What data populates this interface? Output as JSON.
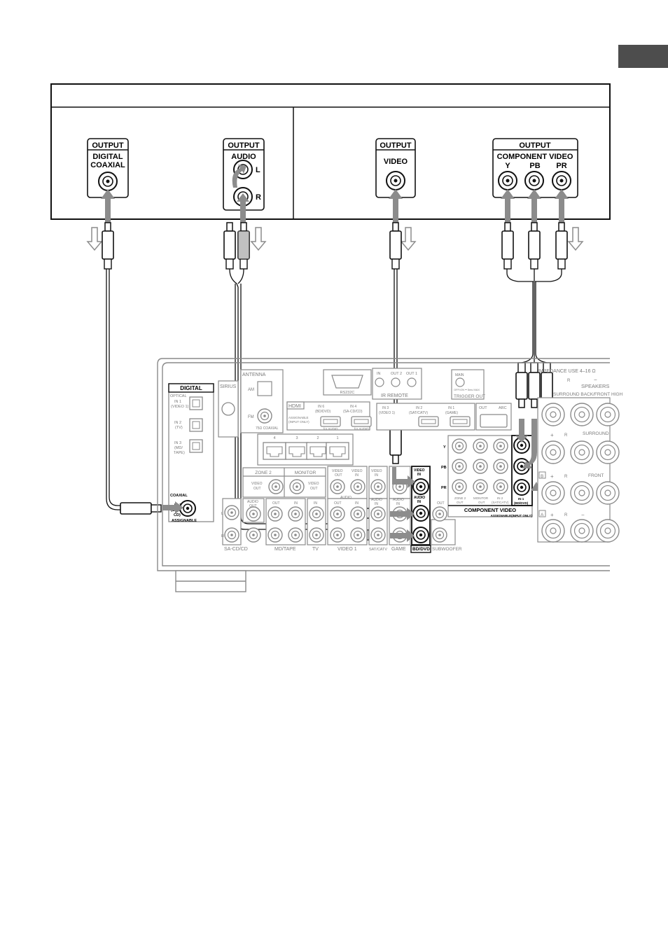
{
  "colors": {
    "ink": "#111111",
    "receiver_line": "#8a8a8a",
    "receiver_text": "#7a7a7a",
    "arrow": "#8c8c8c",
    "tab": "#4d4d4d"
  },
  "source_device": {
    "digital_group": {
      "digital_output": {
        "header": "OUTPUT",
        "line1": "DIGITAL",
        "line2": "COAXIAL"
      },
      "audio_output": {
        "header": "OUTPUT",
        "label": "AUDIO",
        "left": "L",
        "right": "R"
      }
    },
    "video_group": {
      "video_output": {
        "header": "OUTPUT",
        "label": "VIDEO"
      },
      "component_output": {
        "header": "OUTPUT",
        "label": "COMPONENT VIDEO",
        "y": "Y",
        "pb": "PB",
        "pr": "PR"
      }
    }
  },
  "receiver": {
    "antenna": {
      "label": "ANTENNA",
      "am": "AM",
      "fm": "FM",
      "fm_sub": "75Ω COAXIAL"
    },
    "sirius": "SIRIUS",
    "rs232c": "RS232C",
    "ir_remote": {
      "label": "IR REMOTE",
      "in": "IN",
      "out2": "OUT 2",
      "out1": "OUT 1"
    },
    "trigger": {
      "main": "MAIN",
      "range": "OFF/ON ━ 5ms MAX",
      "label": "TRIGGER OUT"
    },
    "impedance": "IMPEDANCE USE 4–16 Ω",
    "speakers": {
      "label": "SPEAKERS",
      "surround_back": "SURROUND BACK/FRONT HIGH",
      "surround": "SURROUND",
      "front": "FRONT",
      "r": "R",
      "plus": "+",
      "minus": "−",
      "b": "B",
      "a": "A"
    },
    "digital": {
      "label": "DIGITAL",
      "optical": "OPTICAL",
      "in1": "IN 1",
      "in1_sub": "(VIDEO 1)",
      "in2": "IN 2",
      "in2_sub": "(TV)",
      "in3": "IN 3",
      "in3_sub": "(MD/",
      "in3_sub2": "TAPE)",
      "coaxial": "COAXIAL",
      "coaxial_in": "IN 1",
      "coaxial_in_sub": "(SA-CD/",
      "coaxial_in_sub2": "CD)",
      "assignable": "ASSIGNABLE"
    },
    "hdmi": {
      "label": "HDMI",
      "in6": "IN 6",
      "in6_sub": "(BD/DVD)",
      "in4": "IN 4",
      "in4_sub": "(SA-CD/CD)",
      "in3": "IN 3",
      "in3_sub": "(VIDEO 1)",
      "in2": "IN 2",
      "in2_sub": "(SAT/CATV)",
      "in1": "IN 1",
      "in1_sub": "(GAME)",
      "out": "OUT",
      "arc": "ARC",
      "assignable": "ASSIGNABLE",
      "input_only": "(INPUT ONLY)",
      "for_audio": "for AUDIO"
    },
    "lan_ports": [
      "4",
      "3",
      "2",
      "1"
    ],
    "av": {
      "zone2": "ZONE 2",
      "monitor": "MONITOR",
      "video_out": "VIDEO",
      "out": "OUT",
      "video_in": "VIDEO",
      "in": "IN",
      "audio": "AUDIO",
      "l": "L",
      "r": "R",
      "bd_video_in": "VIDEO",
      "bd_video_in2": "IN",
      "bd_audio_in": "AUDIO",
      "bd_audio_in2": "IN"
    },
    "inputs": [
      "SA-CD/CD",
      "MD/TAPE",
      "TV",
      "VIDEO 1",
      "SAT/CATV",
      "GAME",
      "BD/DVD",
      "SUBWOOFER"
    ],
    "component": {
      "label": "COMPONENT VIDEO",
      "assignable": "ASSIGNABLE(INPUT ONLY)",
      "y": "Y",
      "pb": "PB",
      "pr": "PR",
      "zone2_out": "ZONE 2",
      "zone2_out2": "OUT",
      "monitor_out": "MONITOR",
      "monitor_out2": "OUT",
      "in2": "IN 2",
      "in2_sub": "(SAT/CATV)",
      "in1": "IN 1",
      "in1_sub": "(BD/DVD)"
    }
  }
}
